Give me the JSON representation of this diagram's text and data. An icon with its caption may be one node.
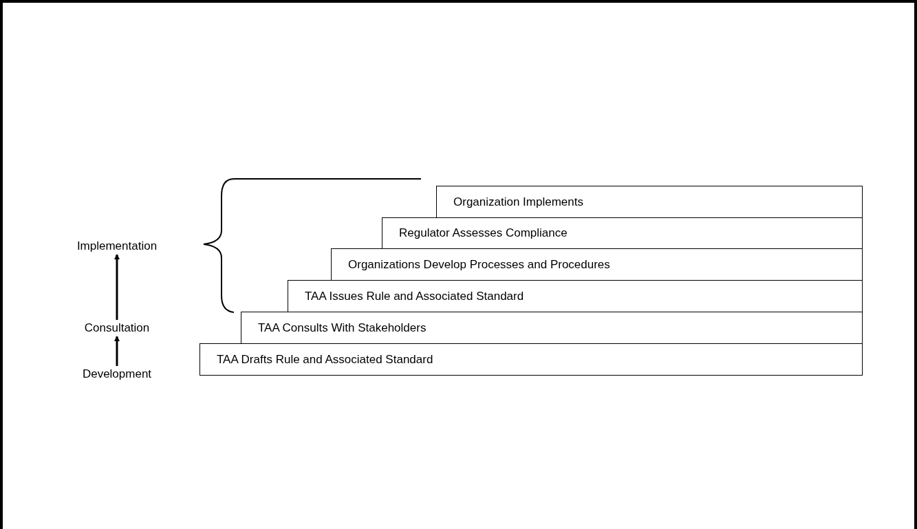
{
  "diagram": {
    "nodes": [
      {
        "text": [
          "Implementation"
        ]
      },
      {
        "text": [
          "Consultation"
        ]
      },
      {
        "text": [
          "Development"
        ]
      },
      {
        "text": [
          "Organization Implements"
        ]
      },
      {
        "text": [
          "Regulator Assesses Compliance"
        ]
      },
      {
        "text": [
          "Organizations Develop Processes and Procedures"
        ]
      },
      {
        "text": [
          "TAA Issues Rule and Associated Standard"
        ]
      },
      {
        "text": [
          "TAA Consults With Stakeholders"
        ]
      },
      {
        "text": [
          "TAA Drafts Rule and Associated Standard"
        ]
      }
    ],
    "edges": [
      {
        "from": 2,
        "to": 1,
        "arrow": "to"
      },
      {
        "from": 1,
        "to": 0,
        "arrow": "to"
      }
    ]
  }
}
